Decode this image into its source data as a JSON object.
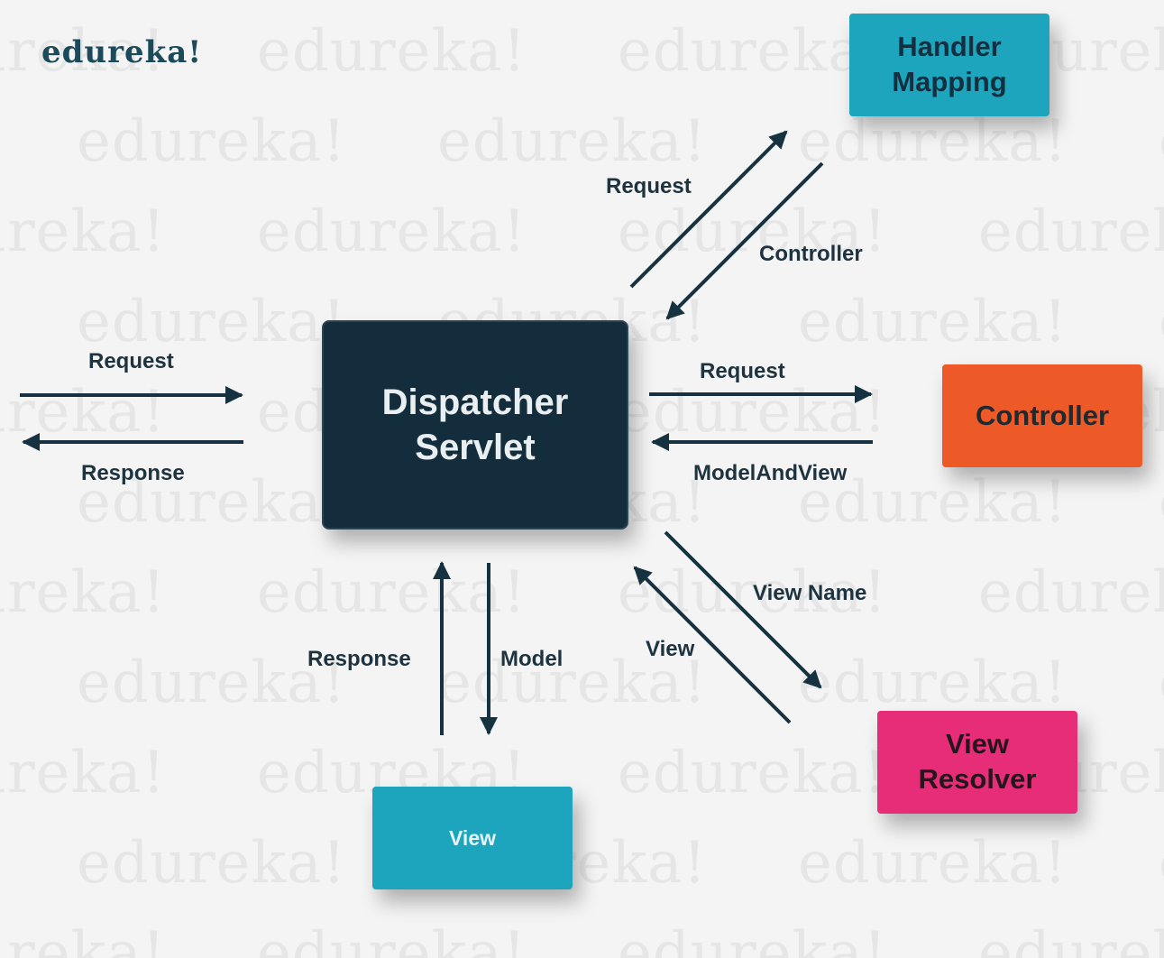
{
  "logo": {
    "text": "edureka!"
  },
  "watermark": {
    "text": "edureka!"
  },
  "colors": {
    "background": "#f4f4f4",
    "arrow": "#16313f",
    "dispatcher": "#142d3c",
    "handler_mapping": "#1ca5bc",
    "controller": "#ee5a27",
    "view_resolver": "#e72c78",
    "view": "#1ca5bc"
  },
  "nodes": {
    "dispatcher": "Dispatcher\nServlet",
    "handler_mapping": "Handler\nMapping",
    "controller": "Controller",
    "view_resolver": "View\nResolver",
    "view": "View"
  },
  "edges": {
    "client_request": "Request",
    "client_response": "Response",
    "to_handler_request": "Request",
    "from_handler_controller": "Controller",
    "to_controller_request": "Request",
    "from_controller_modelandview": "ModelAndView",
    "to_resolver_viewname": "View Name",
    "from_resolver_view": "View",
    "to_view_model": "Model",
    "from_view_response": "Response"
  }
}
